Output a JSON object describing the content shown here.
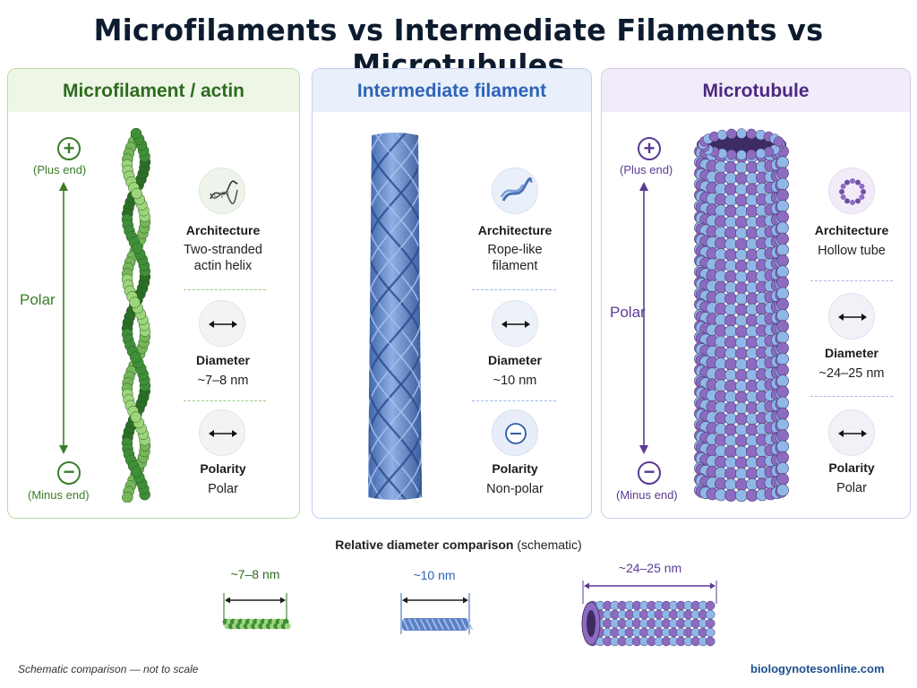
{
  "title": "Microfilaments vs Intermediate Filaments vs Microtubules",
  "panels": [
    {
      "heading": "Microfilament / actin",
      "plus_symbol": "+",
      "plus_label": "(Plus end)",
      "minus_symbol": "−",
      "minus_label": "(Minus end)",
      "side_label": "Polar",
      "architecture_label": "Architecture",
      "architecture_value_1": "Two-stranded",
      "architecture_value_2": "actin helix",
      "diameter_label": "Diameter",
      "diameter_value": "~7–8 nm",
      "polarity_label": "Polarity",
      "polarity_value": "Polar"
    },
    {
      "heading": "Intermediate filament",
      "architecture_label": "Architecture",
      "architecture_value_1": "Rope-like",
      "architecture_value_2": "filament",
      "diameter_label": "Diameter",
      "diameter_value": "~10 nm",
      "polarity_label": "Polarity",
      "polarity_value": "Non-polar"
    },
    {
      "heading": "Microtubule",
      "plus_symbol": "+",
      "plus_label": "(Plus end)",
      "minus_symbol": "−",
      "minus_label": "(Minus end)",
      "side_label": "Polar",
      "architecture_label": "Architecture",
      "architecture_value_1": "Hollow tube",
      "diameter_label": "Diameter",
      "diameter_value": "~24–25 nm",
      "polarity_label": "Polarity",
      "polarity_value": "Polar"
    }
  ],
  "comparison": {
    "title": "Relative diameter comparison",
    "subtitle": "(schematic)",
    "microfilament": "~7–8 nm",
    "intermediate": "~10 nm",
    "microtubule": "~24–25 nm"
  },
  "footer": {
    "note": "Schematic comparison — not to scale",
    "site": "biologynotesonline.com"
  },
  "colors": {
    "green": "#2f6b1f",
    "blue": "#2e63b8",
    "purple": "#4b2a80"
  },
  "icons": [
    "plus-icon",
    "minus-icon",
    "helix-icon",
    "rope-icon",
    "ring-icon",
    "double-arrow-icon",
    "minus-circle-icon"
  ]
}
